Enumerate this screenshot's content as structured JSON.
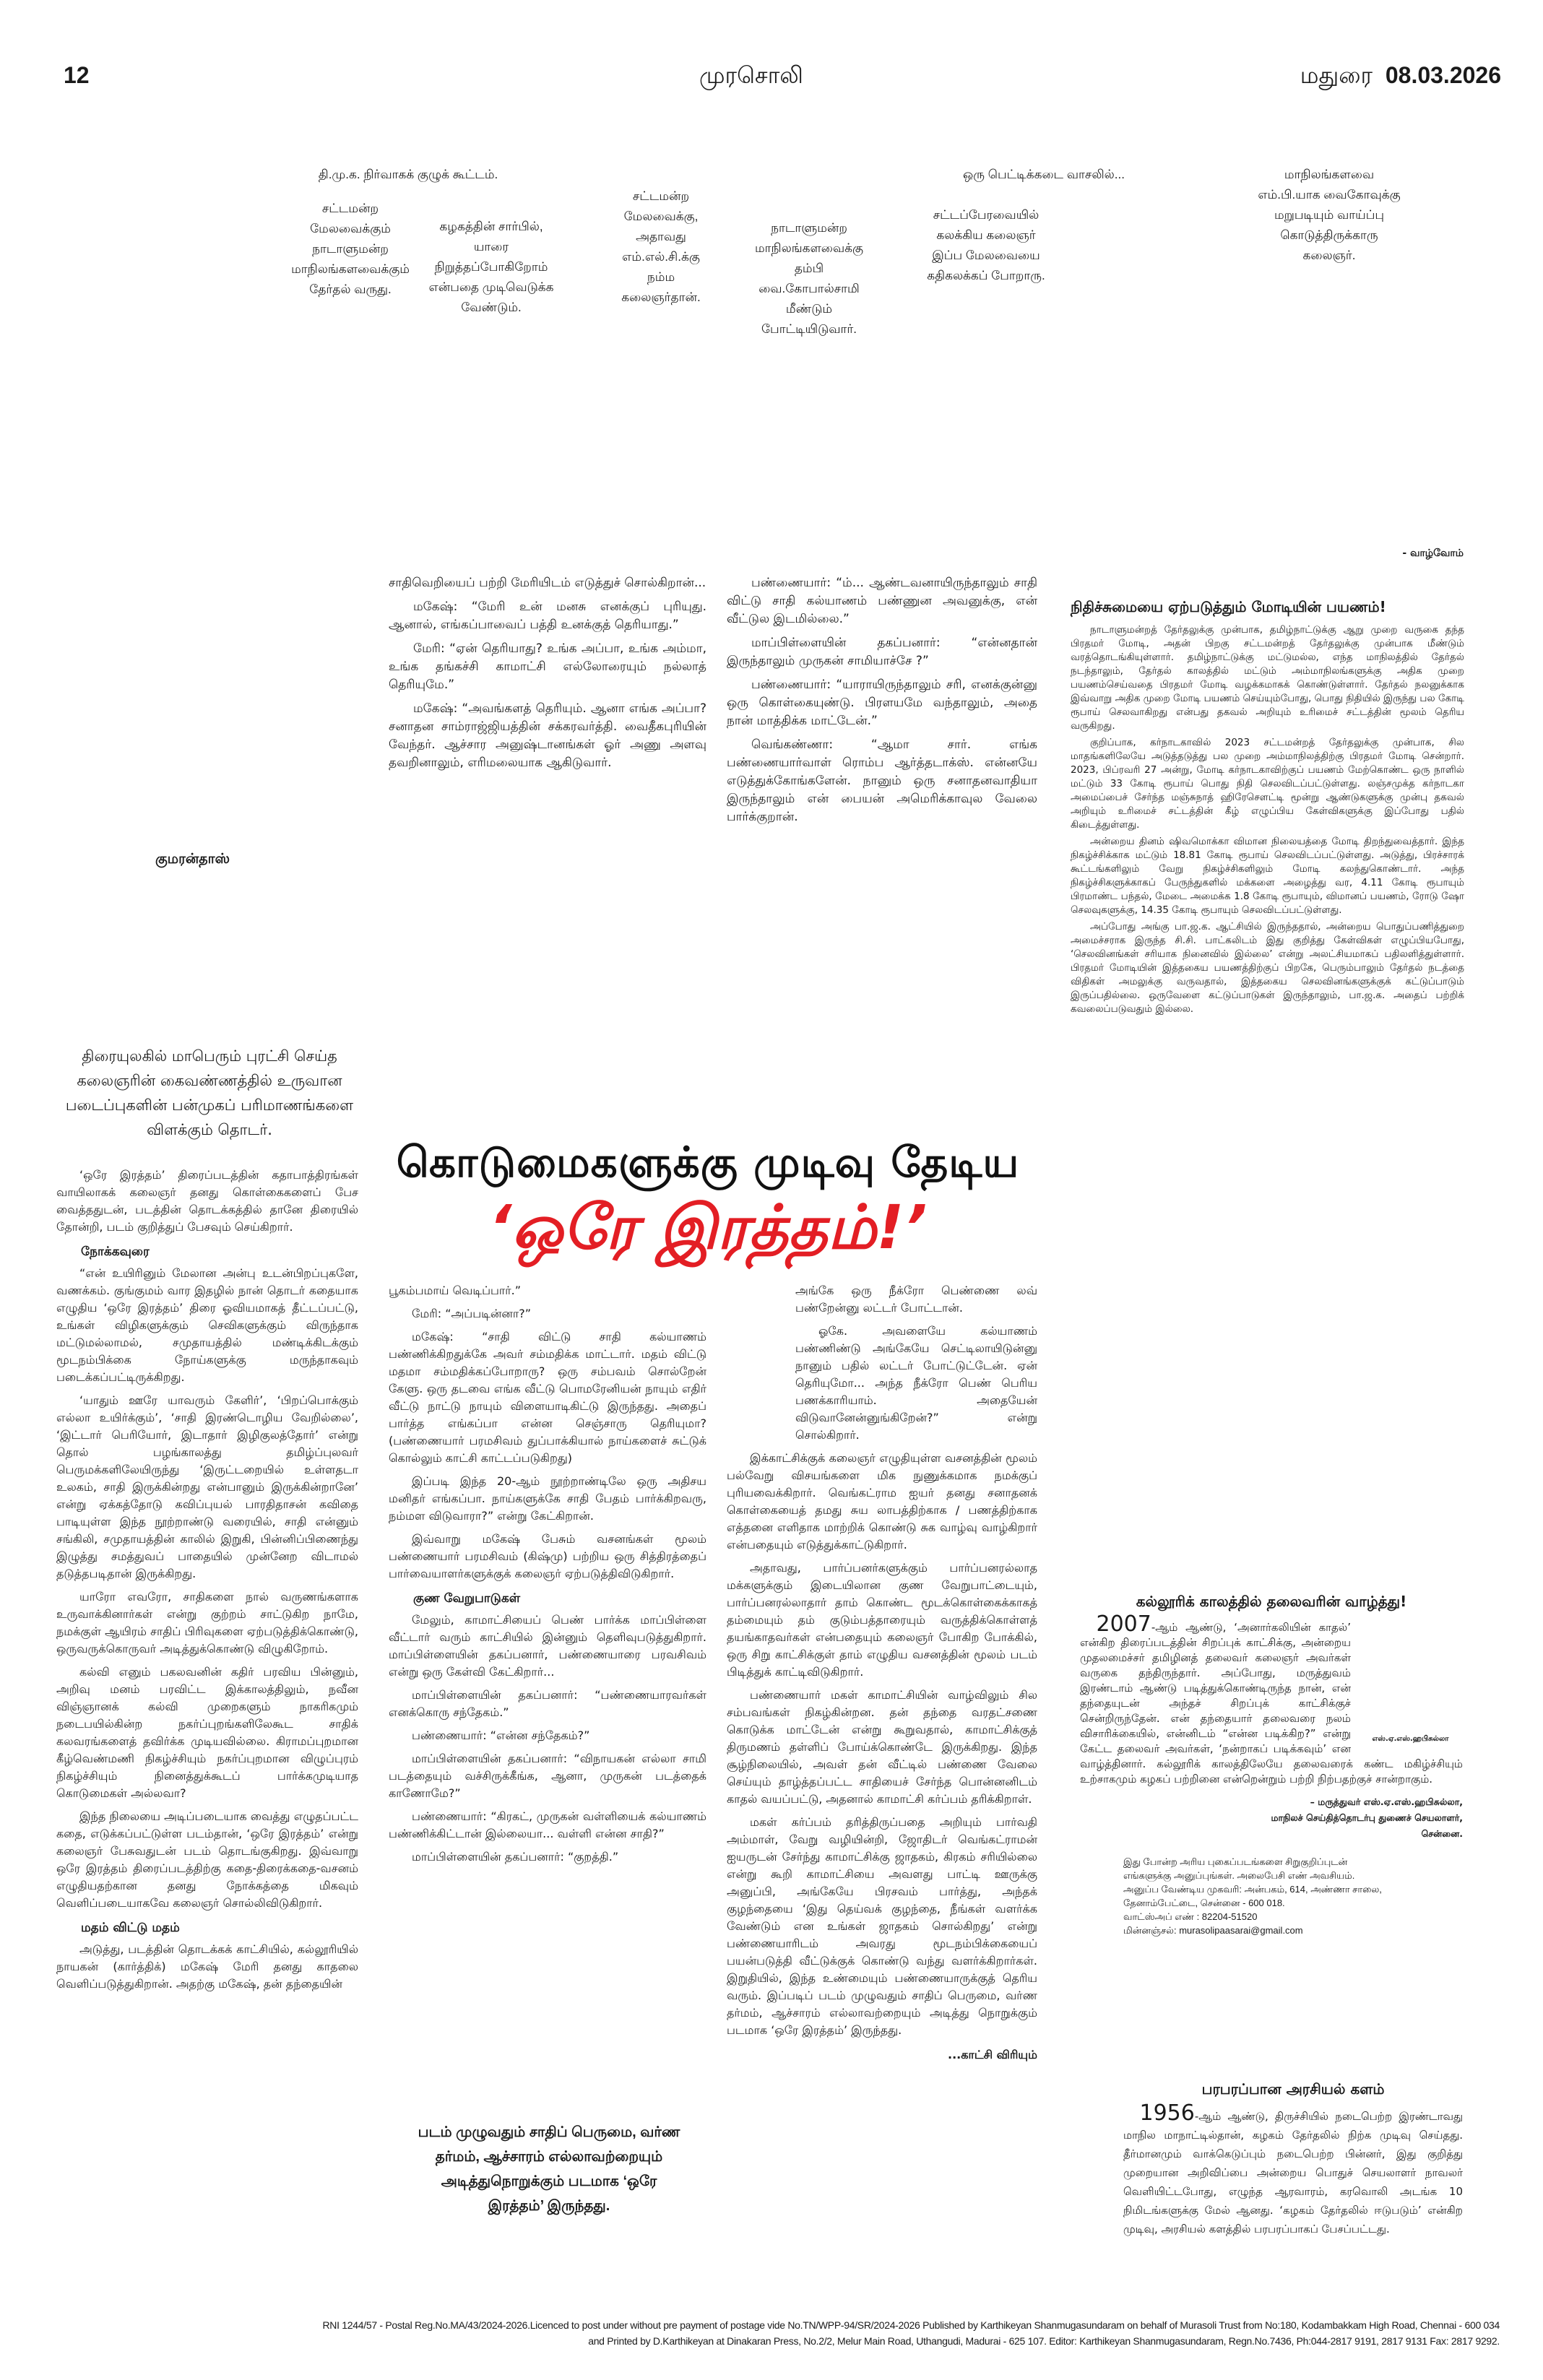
{
  "header": {
    "page_number": "12",
    "paper_name": "முரசொலி",
    "city": "மதுரை",
    "date": "08.03.2026"
  },
  "top_captions": [
    "தி.மு.க. நிர்வாகக் குழுக் கூட்டம்.",
    "சட்டமன்ற மேலவைக்கும் நாடாளுமன்ற மாநிலங்களவைக்கும் தேர்தல் வருது.",
    "கழகத்தின் சார்பில், யாரை நிறுத்தப்போகிறோம் என்பதை முடிவெடுக்க வேண்டும்.",
    "சட்டமன்ற மேலவைக்கு, அதாவது எம்.எல்.சி.க்கு நம்ம கலைஞர்தான்.",
    "நாடாளுமன்ற மாநிலங்களவைக்கு தம்பி வை.கோபால்சாமி மீண்டும் போட்டியிடுவார்.",
    "ஒரு பெட்டிக்கடை வாசலில்...",
    "சட்டப்பேரவையில் கலக்கிய கலைஞர் இப்ப மேலவையை கதிகலக்கப் போறாரு.",
    "மாநிலங்களவை எம்.பி.யாக வைகோவுக்கு மறுபடியும் வாய்ப்பு கொடுத்திருக்காரு கலைஞர்."
  ],
  "comic_signoff": "- வாழ்வோம்",
  "article": {
    "author": "குமரன்தாஸ்",
    "intro": "திரையுலகில் மாபெரும் புரட்சி செய்த கலைஞரின் கைவண்ணத்தில் உருவான படைப்புகளின் பன்முகப் பரிமாணங்களை விளக்கும் தொடர்.",
    "headline_line1": "கொடுமைகளுக்கு முடிவு தேடிய",
    "headline_line2": "‘ஒரே இரத்தம்!’",
    "top_left_paras": [
      "சாதிவெறியைப் பற்றி மேரியிடம் எடுத்துச் சொல்கிறான்...",
      "மகேஷ்: “மேரி உன் மனசு எனக்குப் புரியுது. ஆனால், எங்கப்பாவைப் பத்தி உனக்குத் தெரியாது.”",
      "மேரி: “ஏன் தெரியாது? உங்க அப்பா, உங்க அம்மா, உங்க தங்கச்சி காமாட்சி எல்லோரையும் நல்லாத் தெரியுமே.”",
      "மகேஷ்: “அவங்களத் தெரியும். ஆனா எங்க அப்பா? சனாதன சாம்ராஜ்ஜியத்தின் சக்கரவர்த்தி. வைதீகபுரியின் வேந்தர். ஆச்சார அனுஷ்டானங்கள் ஓர் அணு அளவு தவறினாலும், எரிமலையாக ஆகிடுவார்."
    ],
    "top_right_paras": [
      "பண்ணையார்: “ம்... ஆண்டவனாயிருந்தாலும் சாதி விட்டு சாதி கல்யாணம் பண்ணுன அவனுக்கு, என் வீட்டுல இடமில்லை.”",
      "மாப்பிள்ளையின் தகப்பனார்: “என்னதான் இருந்தாலும் முருகன் சாமியாச்சே ?”",
      "பண்ணையார்: “யாராயிருந்தாலும் சரி, எனக்குன்னு ஒரு கொள்கையுண்டு. பிரளயமே வந்தாலும், அதை நான் மாத்திக்க மாட்டேன்.”",
      "வெங்கண்ணா: “ஆமா சார். எங்க பண்ணையார்வாள் ரொம்ப ஆர்த்தடாக்ஸ். என்னயே எடுத்துக்கோங்களேன். நானும் ஒரு சனாதனவாதியா இருந்தாலும் என் பையன் அமெரிக்காவுல வேலை பார்க்குறான்."
    ],
    "left_col_paras": [
      "‘ஒரே இரத்தம்’ திரைப்படத்தின் கதாபாத்திரங்கள் வாயிலாகக் கலைஞர் தனது கொள்கைகளைப் பேச வைத்ததுடன், படத்தின் தொடக்கத்தில் தானே திரையில் தோன்றி, படம் குறித்துப் பேசவும் செய்கிறார்.",
      "“என் உயிரினும் மேலான அன்பு உடன்பிறப்புகளே, வணக்கம். குங்குமம் வார இதழில் நான் தொடர் கதையாக எழுதிய ‘ஒரே இரத்தம்’ திரை ஓவியமாகத் தீட்டப்பட்டு, உங்கள் விழிகளுக்கும் செவிகளுக்கும் விருந்தாக மட்டுமல்லாமல், சமுதாயத்தில் மண்டிக்கிடக்கும் மூடநம்பிக்கை நோய்களுக்கு மருந்தாகவும் படைக்கப்பட்டிருக்கிறது.",
      "‘யாதும் ஊரே யாவரும் கேளிர்’, ‘பிறப்பொக்கும் எல்லா உயிர்க்கும்’, ‘சாதி இரண்டொழிய வேறில்லை’, ‘இட்டார் பெரியோர், இடாதார் இழிகுலத்தோர்’ என்று தொல் பழங்காலத்து தமிழ்ப்புலவர் பெருமக்களிலேயிருந்து ‘இருட்டறையில் உள்ளதடா உலகம், சாதி இருக்கின்றது என்பானும் இருக்கின்றானே’ என்று ஏக்கத்தோடு கவிப்புயல் பாரதிதாசன் கவிதை பாடியுள்ள இந்த நூற்றாண்டு வரையில், சாதி என்னும் சங்கிலி, சமுதாயத்தின் காலில் இறுகி, பின்னிப்பிணைந்து இழுத்து சமத்துவப் பாதையில் முன்னேற விடாமல் தடுத்தபடிதான் இருக்கிறது.",
      "யாரோ எவரோ, சாதிகளை நால் வருணங்களாக உருவாக்கினார்கள் என்று குற்றம் சாட்டுகிற நாமே, நமக்குள் ஆயிரம் சாதிப் பிரிவுகளை ஏற்படுத்திக்கொண்டு, ஒருவருக்கொருவர் அடித்துக்கொண்டு விழுகிறோம்.",
      "கல்வி எனும் பகலவனின் கதிர் பரவிய பின்னும், அறிவு மனம் பரவிட்ட இக்காலத்திலும், நவீன விஞ்ஞானக் கல்வி முறைகளும் நாகரிகமும் நடைபயில்கின்ற நகர்ப்புறங்களிலேகூட சாதிக் கலவரங்களைத் தவிர்க்க முடியவில்லை. கிராமப்புறமான கீழ்வெண்மணி நிகழ்ச்சியும் நகர்ப்புறமான விழுப்புரம் நிகழ்ச்சியும் நினைத்துக்கூடப் பார்க்கமுடியாத கொடுமைகள் அல்லவா?",
      "இந்த நிலையை அடிப்படையாக வைத்து எழுதப்பட்ட கதை, எடுக்கப்பட்டுள்ள படம்தான், ‘ஒரே இரத்தம்’ என்று கலைஞர் பேசுவதுடன் படம் தொடங்குகிறது. இவ்வாறு ஒரே இரத்தம் திரைப்படத்திற்கு கதை-திரைக்கதை-வசனம் எழுதியதற்கான தனது நோக்கத்தை மிகவும் வெளிப்படையாகவே கலைஞர் சொல்லிவிடுகிறார்."
    ],
    "left_subhead_1": "நோக்கவுரை",
    "left_subhead_2": "மதம் விட்டு மதம்",
    "left_col_tail": "அடுத்து, படத்தின் தொடக்கக் காட்சியில், கல்லூரியில் நாயகன் (கார்த்திக்) மகேஷ் மேரி தனது காதலை வெளிப்படுத்துகிறான். அதற்கு மகேஷ், தன் தந்தையின்",
    "mid_a_paras": [
      "பூகம்பமாய் வெடிப்பார்.”",
      "மேரி: “அப்படின்னா?”",
      "மகேஷ்: “சாதி விட்டு சாதி கல்யாணம் பண்ணிக்கிறதுக்கே அவர் சம்மதிக்க மாட்டார். மதம் விட்டு மதமா சம்மதிக்கப்போறாரு? ஒரு சம்பவம் சொல்றேன் கேளு. ஒரு தடவை எங்க வீட்டு பொமரேனியன் நாயும் எதிர் வீட்டு நாட்டு நாயும் விளையாடிகிட்டு இருந்தது. அதைப் பார்த்த எங்கப்பா என்ன செஞ்சாரு தெரியுமா? (பண்ணையார் பரமசிவம் துப்பாக்கியால் நாய்களைச் சுட்டுக் கொல்லும் காட்சி காட்டப்படுகிறது)",
      "இப்படி இந்த 20-ஆம் நூற்றாண்டிலே ஒரு அதிசய மனிதர் எங்கப்பா. நாய்களுக்கே சாதி பேதம் பார்க்கிறவரு, நம்மள விடுவாரா?” என்று கேட்கிறான்.",
      "இவ்வாறு மகேஷ் பேசும் வசனங்கள் மூலம் பண்ணையார் பரமசிவம் (கிஷ்மு) பற்றிய ஒரு சித்திரத்தைப் பார்வையாளர்களுக்குக் கலைஞர் ஏற்படுத்திவிடுகிறார்."
    ],
    "mid_a_subhead": "குண வேறுபாடுகள்",
    "mid_a_tail": [
      "மேலும், காமாட்சியைப் பெண் பார்க்க மாப்பிள்ளை வீட்டார் வரும் காட்சியில் இன்னும் தெளிவுபடுத்துகிறார். மாப்பிள்ளையின் தகப்பனார், பண்ணையாரை பரவசிவம் என்று ஒரு கேள்வி கேட்கிறார்...",
      "மாப்பிள்ளையின் தகப்பனார்: “பண்ணையாரவர்கள் எனக்கொரு சந்தேகம்.”",
      "பண்ணையார்: “என்ன சந்தேகம்?”",
      "மாப்பிள்ளையின் தகப்பனார்: “விநாயகன் எல்லா சாமி படத்தையும் வச்சிருக்கீங்க, ஆனா, முருகன் படத்தைக் காணோமே?”",
      "பண்ணையார்: “கிரகட், முருகன் வள்ளியைக் கல்யாணம் பண்ணிக்கிட்டான் இல்லையா... வள்ளி என்ன சாதி?”",
      "மாப்பிள்ளையின் தகப்பனார்: “குறத்தி.”"
    ],
    "mid_b_paras": [
      "அங்கே ஒரு நீக்ரோ பெண்ணை லவ் பண்றேன்னு லட்டர் போட்டான்.",
      "ஓகே. அவளையே கல்யாணம் பண்ணிண்டு அங்கேயே செட்டிலாயிடுன்னு நானும் பதில் லட்டர் போட்டுட்டேன். ஏன் தெரியுமோ... அந்த நீக்ரோ பெண் பெரிய பணக்காரியாம். அதையேன் விடுவானேன்னுங்கிறேன்?” என்று சொல்கிறார்.",
      "இக்காட்சிக்குக் கலைஞர் எழுதியுள்ள வசனத்தின் மூலம் பல்வேறு விசயங்களை மிக நுணுக்கமாக நமக்குப் புரியவைக்கிறார். வெங்கட்ராம ஐயர் தனது சனாதனக் கொள்கையைத் தமது சுய லாபத்திற்காக / பணத்திற்காக எத்தனை எளிதாக மாற்றிக் கொண்டு சுக வாழ்வு வாழ்கிறார் என்பதையும் எடுத்துக்காட்டுகிறார்.",
      "அதாவது, பார்ப்பனர்களுக்கும் பார்ப்பனரல்லாத மக்களுக்கும் இடையிலான குண வேறுபாட்டையும், பார்ப்பனரல்லாதார் தாம் கொண்ட மூடக்கொள்கைக்காகத் தம்மையும் தம் குடும்பத்தாரையும் வருத்திக்கொள்ளத் தயங்காதவர்கள் என்பதையும் கலைஞர் போகிற போக்கில், ஒரு சிறு காட்சிக்குள் தாம் எழுதிய வசனத்தின் மூலம் படம் பிடித்துக் காட்டிவிடுகிறார்.",
      "பண்ணையார் மகள் காமாட்சியின் வாழ்விலும் சில சம்பவங்கள் நிகழ்கின்றன. தன் தந்தை வரதட்சணை கொடுக்க மாட்டேன் என்று கூறுவதால், காமாட்சிக்குத் திருமணம் தள்ளிப் போய்க்கொண்டே இருக்கிறது. இந்த சூழ்நிலையில், அவள் தன் வீட்டில் பண்ணை வேலை செய்யும் தாழ்த்தப்பட்ட சாதியைச் சேர்ந்த பொன்னனிடம் காதல் வயப்பட்டு, அதனால் காமாட்சி கர்ப்பம் தரிக்கிறாள்.",
      "மகள் கர்ப்பம் தரித்திருப்பதை அறியும் பார்வதி அம்மாள், வேறு வழியின்றி, ஜோதிடர் வெங்கட்ராமன் ஐயருடன் சேர்ந்து காமாட்சிக்கு ஜாதகம், கிரகம் சரியில்லை என்று கூறி காமாட்சியை அவளது பாட்டி ஊருக்கு அனுப்பி, அங்கேயே பிரசவம் பார்த்து, அந்தக் குழந்தையை ‘இது தெய்வக் குழந்தை, நீங்கள் வளர்க்க வேண்டும் என உங்கள் ஜாதகம் சொல்கிறது’ என்று பண்ணையாரிடம் அவரது மூடநம்பிக்கையைப் பயன்படுத்தி வீட்டுக்குக் கொண்டு வந்து வளர்க்கிறார்கள். இறுதியில், இந்த உண்மையும் பண்ணையாருக்குத் தெரிய வரும். இப்படிப் படம் முழுவதும் சாதிப் பெருமை, வர்ண தர்மம், ஆச்சாரம் எல்லாவற்றையும் அடித்து நொறுக்கும் படமாக ‘ஒரே இரத்தம்’ இருந்தது."
    ],
    "pull_quote": "படம் முழுவதும் சாதிப் பெருமை, வர்ண தர்மம், ஆச்சாரம் எல்லாவற்றையும் அடித்துநொறுக்கும் படமாக ‘ஒரே இரத்தம்’ இருந்தது.",
    "continued": "...காட்சி விரியும்"
  },
  "modi_article": {
    "title": "நிதிச்சுமையை ஏற்படுத்தும் மோடியின் பயணம்!",
    "paras": [
      "நாடாளுமன்றத் தேர்தலுக்கு முன்பாக, தமிழ்நாட்டுக்கு ஆறு முறை வருகை தந்த பிரதமர் மோடி, அதன் பிறகு சட்டமன்றத் தேர்தலுக்கு முன்பாக மீண்டும் வரத்தொடங்கியுள்ளார். தமிழ்நாட்டுக்கு மட்டுமல்ல, எந்த மாநிலத்தில் தேர்தல் நடந்தாலும், தேர்தல் காலத்தில் மட்டும் அம்மாநிலங்களுக்கு அதிக முறை பயணம்செய்வதை பிரதமர் மோடி வழக்கமாகக் கொண்டுள்ளார். தேர்தல் நலனுக்காக இவ்வாறு அதிக முறை மோடி பயணம் செய்யும்போது, பொது நிதியில் இருந்து பல கோடி ரூபாய் செலவாகிறது என்பது தகவல் அறியும் உரிமைச் சட்டத்தின் மூலம் தெரிய வருகிறது.",
      "குறிப்பாக, கர்நாடகாவில் 2023 சட்டமன்றத் தேர்தலுக்கு முன்பாக, சில மாதங்களிலேயே அடுத்தடுத்து பல முறை அம்மாநிலத்திற்கு பிரதமர் மோடி சென்றார். 2023, பிப்ரவரி 27 அன்று, மோடி கர்நாடகாவிற்குப் பயணம் மேற்கொண்ட ஒரு நாளில் மட்டும் 33 கோடி ரூபாய் பொது நிதி செலவிடப்பட்டுள்ளது. லஞ்சமுக்த கர்நாடகா அமைப்பைச் சேர்ந்த மஞ்சுநாத் ஹிரேசௌட்டி மூன்று ஆண்டுகளுக்கு முன்பு தகவல் அறியும் உரிமைச் சட்டத்தின் கீழ் எழுப்பிய கேள்விகளுக்கு இப்போது பதில் கிடைத்துள்ளது.",
      "அன்றைய தினம் ஷிவமொக்கா விமான நிலையத்தை மோடி திறந்துவைத்தார். இந்த நிகழ்ச்சிக்காக மட்டும் 18.81 கோடி ரூபாய் செலவிடப்பட்டுள்ளது. அடுத்து, பிரச்சாரக் கூட்டங்களிலும் வேறு நிகழ்ச்சிகளிலும் மோடி கலந்துகொண்டார். அந்த நிகழ்ச்சிகளுக்காகப் பேருந்துகளில் மக்களை அழைத்து வர, 4.11 கோடி ரூபாயும் பிரமாண்ட பந்தல், மேடை அமைக்க 1.8 கோடி ரூபாயும், விமானப் பயணம், ரோடு ஷோ செலவுகளுக்கு, 14.35 கோடி ரூபாயும் செலவிடப்பட்டுள்ளது.",
      "அப்போது அங்கு பா.ஜ.க. ஆட்சியில் இருந்ததால், அன்றைய பொதுப்பணித்துறை அமைச்சராக இருந்த சி.சி. பாட்கலிடம் இது குறித்து கேள்விகள் எழுப்பியபோது, ‘செலவினங்கள் சரியாக நினைவில் இல்லை’ என்று அலட்சியமாகப் பதிலளித்துள்ளார். பிரதமர் மோடியின் இத்தகைய பயணத்திற்குப் பிறகே, பெரும்பாலும் தேர்தல் நடத்தை விதிகள் அமலுக்கு வருவதால், இத்தகைய செலவினங்களுக்குக் கட்டுப்பாடும் இருப்பதில்லை. ஒருவேளை கட்டுப்பாடுகள் இருந்தாலும், பா.ஜ.க. அதைப் பற்றிக் கவலைப்படுவதும் இல்லை."
    ]
  },
  "memory_box": {
    "title": "கல்லூரிக் காலத்தில் தலைவரின் வாழ்த்து!",
    "lead_year": "2007",
    "body": "-ஆம் ஆண்டு, ‘அனார்கலியின் காதல்’ என்கிற திரைப்படத்தின் சிறப்புக் காட்சிக்கு, அன்றைய முதலமைச்சர் தமிழினத் தலைவர் கலைஞர் அவர்கள் வருகை தந்திருந்தார். அப்போது, மருத்துவம் இரண்டாம் ஆண்டு படித்துக்கொண்டிருந்த நான், என் தந்தையுடன் அந்தச் சிறப்புக் காட்சிக்குச் சென்றிருந்தேன். என் தந்தையார் தலைவரை நலம் விசாரிக்கையில், என்னிடம் “என்ன படிக்கிற?” என்று கேட்ட தலைவர் அவர்கள், ‘நன்றாகப் படிக்கவும்’ என வாழ்த்தினார். கல்லூரிக் காலத்திலேயே தலைவரைக் கண்ட மகிழ்ச்சியும் உற்சாகமும் கழகப் பற்றினை என்றென்றும் பற்றி நிற்பதற்குச் சான்றாகும்.",
    "photo_label": "எஸ்.ஏ.எஸ்.ஹபிசுல்லா",
    "signature": [
      "– மருத்துவர் எஸ்.ஏ.எஸ்.ஹபிசுல்லா,",
      "மாநிலச் செய்தித்தொடர்பு துணைச் செயலாளர்,",
      "சென்னை."
    ],
    "contact": [
      "இது போன்ற அரிய புகைப்படங்களை சிறுகுறிப்புடன்",
      "எங்களுக்கு அனுப்புங்கள். அலைபேசி எண் அவசியம்.",
      "அனுப்ப வேண்டிய முகவரி: அன்பகம், 614, அண்ணா சாலை,",
      "தேனாம்பேட்டை, சென்னை - 600 018.",
      "வாட்ஸ்அப் எண் : 82204-51520",
      "மின்னஞ்சல்: murasolipaasarai@gmail.com"
    ]
  },
  "politics_box": {
    "title": "பரபரப்பான அரசியல் களம்",
    "lead_year": "1956",
    "body": "-ஆம் ஆண்டு, திருச்சியில் நடைபெற்ற இரண்டாவது மாநில மாநாட்டில்தான், கழகம் தேர்தலில் நிற்க முடிவு செய்தது. தீர்மானமும் வாக்கெடுப்பும் நடைபெற்ற பின்னர், இது குறித்து முறையான அறிவிப்பை அன்றைய பொதுச் செயலாளர் நாவலர் வெளியிட்டபோது, எழுந்த ஆரவாரம், கரவொலி அடங்க 10 நிமிடங்களுக்கு மேல் ஆனது. ‘கழகம் தேர்தலில் ஈடுபடும்’ என்கிற முடிவு, அரசியல் களத்தில் பரபரப்பாகப் பேசப்பட்டது."
  },
  "footer": {
    "line1": "RNI 1244/57 - Postal Reg.No.MA/43/2024-2026.Licenced to post under without pre payment of postage vide No.TN/WPP-94/SR/2024-2026 Published by Karthikeyan Shanmugasundaram on behalf of Murasoli Trust from No:180, Kodambakkam High Road, Chennai - 600 034",
    "line2": "and Printed by D.Karthikeyan at Dinakaran Press, No.2/2, Melur Main Road, Uthangudi, Madurai - 625 107. Editor: Karthikeyan Shanmugasundaram, Regn.No.7436, Ph:044-2817 9191, 2817 9131 Fax: 2817 9292."
  },
  "colors": {
    "headline_red": "#e31e24",
    "text": "#1a1a1a"
  }
}
